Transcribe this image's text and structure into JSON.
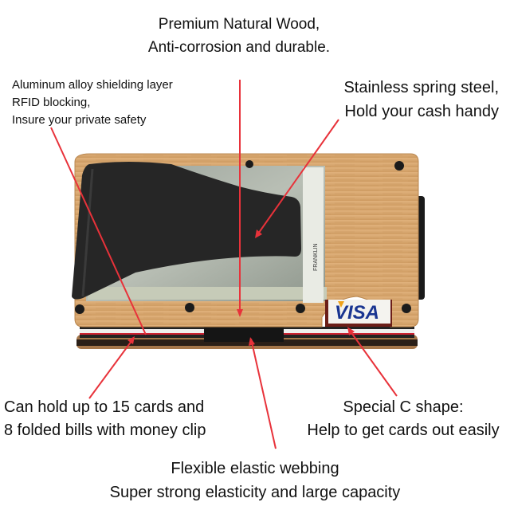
{
  "annotations": {
    "wood": {
      "line1": "Premium Natural Wood,",
      "line2": "Anti-corrosion and durable."
    },
    "aluminum": {
      "line1": "Aluminum alloy shielding layer",
      "line2": "RFID blocking,",
      "line3": "Insure your private safety"
    },
    "steel": {
      "line1": "Stainless spring steel,",
      "line2": "Hold your cash handy"
    },
    "cards": {
      "line1": "Can hold up to 15 cards and",
      "line2": "8 folded bills with money clip"
    },
    "cshape": {
      "line1": "Special C shape:",
      "line2": "Help to get cards out easily"
    },
    "webbing": {
      "line1": "Flexible elastic webbing",
      "line2": "Super strong elasticity and large capacity"
    }
  },
  "product": {
    "bill_text": "FRANKLIN",
    "card_brand": "VISA"
  },
  "colors": {
    "arrow": "#e8323a",
    "wood": "#d6a56e",
    "clip": "#262626"
  }
}
